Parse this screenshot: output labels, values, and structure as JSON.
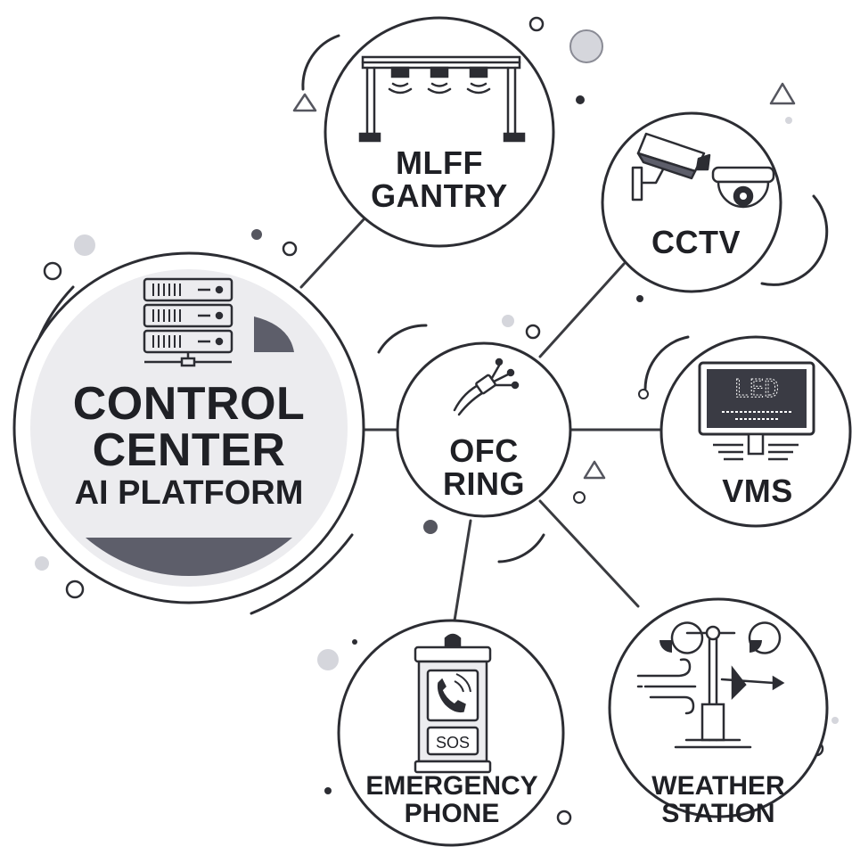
{
  "diagram": {
    "center_node": {
      "title_line1": "CONTROL",
      "title_line2": "CENTER",
      "subtitle": "AI PLATFORM",
      "icon": "server-rack-icon"
    },
    "hub_node": {
      "line1": "OFC",
      "line2": "RING",
      "icon": "fiber-optic-cable-icon"
    },
    "nodes": [
      {
        "id": "mlff-gantry",
        "line1": "MLFF",
        "line2": "GANTRY",
        "icon": "toll-gantry-icon"
      },
      {
        "id": "cctv",
        "line1": "CCTV",
        "line2": "",
        "icon": "cctv-camera-icon"
      },
      {
        "id": "vms",
        "line1": "VMS",
        "line2": "",
        "icon": "led-sign-icon",
        "sign_text": "LED"
      },
      {
        "id": "weather-station",
        "line1": "WEATHER",
        "line2": "STATION",
        "icon": "anemometer-icon"
      },
      {
        "id": "emergency-phone",
        "line1": "EMERGENCY",
        "line2": "PHONE",
        "icon": "sos-phone-icon",
        "box_text": "SOS"
      }
    ],
    "colors": {
      "ink": "#1f2025",
      "line": "#3a3b40",
      "fill_light": "#ececef",
      "fill_dark": "#5d5e6a",
      "dot_light": "#d5d6dc",
      "dot_dark": "#55565f"
    }
  }
}
